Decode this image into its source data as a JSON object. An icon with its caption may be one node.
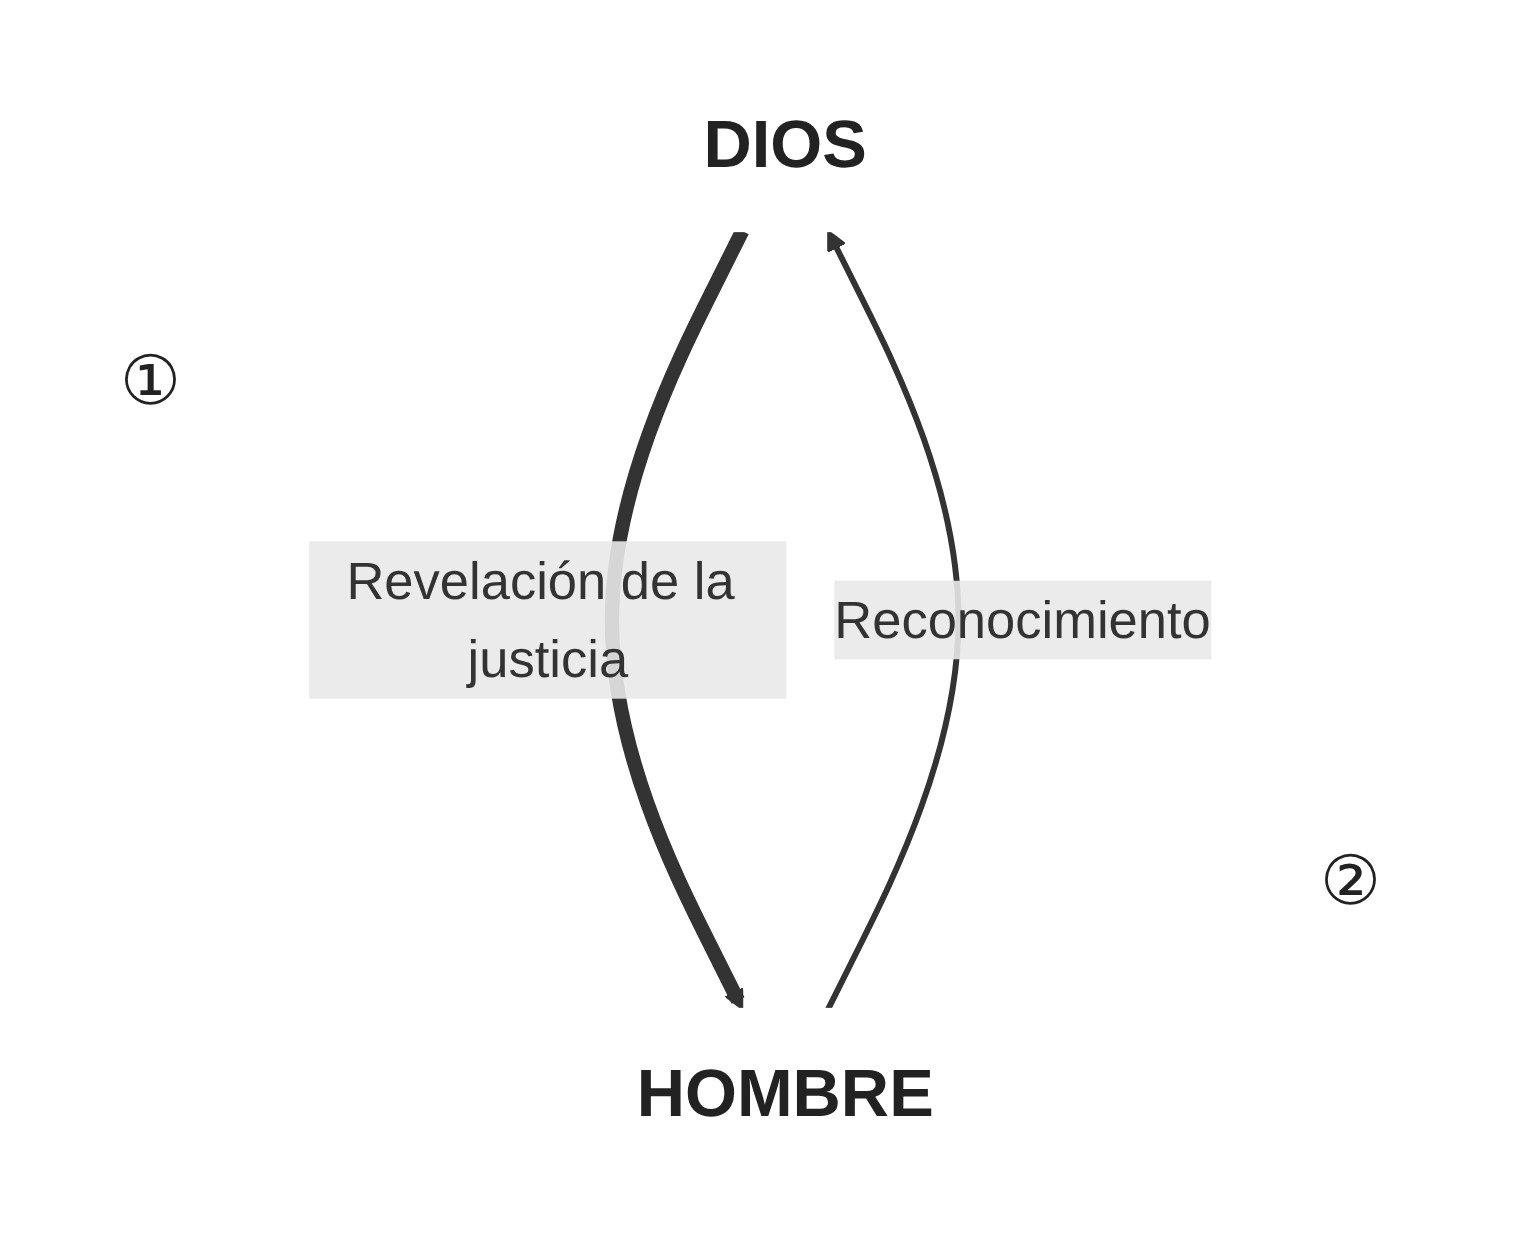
{
  "diagram": {
    "nodes": [
      {
        "text": [
          "DIOS"
        ]
      },
      {
        "text": [
          "HOMBRE"
        ]
      }
    ],
    "edges": [
      {
        "from": 0,
        "to": 1,
        "arrow": "to",
        "label": "Revelación de la justicia",
        "style": "thick"
      },
      {
        "from": 1,
        "to": 0,
        "arrow": "to",
        "label": "Reconocimiento"
      }
    ],
    "labels": [
      "①",
      "②"
    ]
  }
}
